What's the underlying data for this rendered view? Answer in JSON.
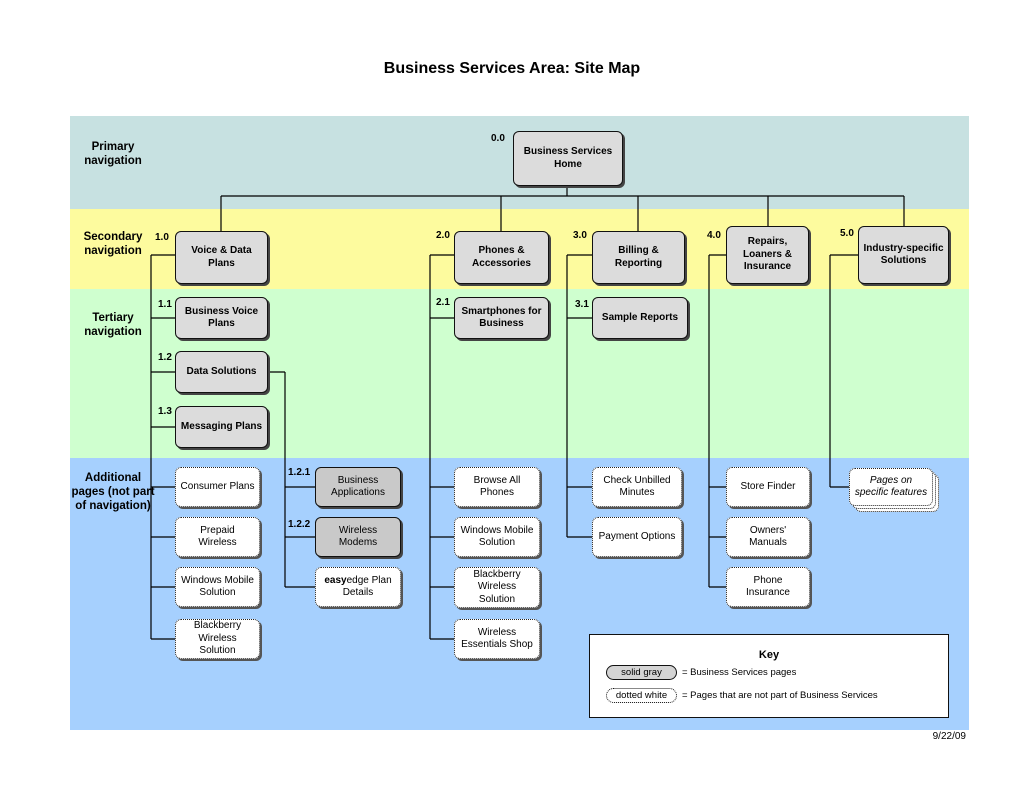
{
  "title": "Business Services Area: Site Map",
  "bands": {
    "primary": "Primary navigation",
    "secondary": "Secondary navigation",
    "tertiary": "Tertiary navigation",
    "additional": "Additional pages (not part of navigation)"
  },
  "nodes": {
    "home": {
      "num": "0.0",
      "label": "Business Services Home"
    },
    "voice_data": {
      "num": "1.0",
      "label": "Voice & Data Plans"
    },
    "phones": {
      "num": "2.0",
      "label": "Phones & Accessories"
    },
    "billing": {
      "num": "3.0",
      "label": "Billing & Reporting"
    },
    "repairs": {
      "num": "4.0",
      "label": "Repairs, Loaners & Insurance"
    },
    "industry": {
      "num": "5.0",
      "label": "Industry-specific Solutions"
    },
    "business_voice": {
      "num": "1.1",
      "label": "Business Voice Plans"
    },
    "data_solutions": {
      "num": "1.2",
      "label": "Data Solutions"
    },
    "messaging": {
      "num": "1.3",
      "label": "Messaging Plans"
    },
    "smartphones": {
      "num": "2.1",
      "label": "Smartphones for Business"
    },
    "sample_reports": {
      "num": "3.1",
      "label": "Sample Reports"
    },
    "business_apps": {
      "num": "1.2.1",
      "label": "Business Applications"
    },
    "wireless_modems": {
      "num": "1.2.2",
      "label": "Wireless Modems"
    },
    "easyedge": {
      "label_bold": "easy",
      "label_rest": "edge Plan Details"
    },
    "consumer_plans": {
      "label": "Consumer Plans"
    },
    "prepaid": {
      "label": "Prepaid Wireless"
    },
    "windows_mobile_1": {
      "label": "Windows Mobile Solution"
    },
    "blackberry_1": {
      "label": "Blackberry Wireless Solution"
    },
    "browse_phones": {
      "label": "Browse All Phones"
    },
    "windows_mobile_2": {
      "label": "Windows Mobile Solution"
    },
    "blackberry_2": {
      "label": "Blackberry Wireless Solution"
    },
    "wireless_essentials": {
      "label": "Wireless Essentials Shop"
    },
    "check_unbilled": {
      "label": "Check Unbilled Minutes"
    },
    "payment_options": {
      "label": "Payment Options"
    },
    "store_finder": {
      "label": "Store Finder"
    },
    "owners_manuals": {
      "label": "Owners' Manuals"
    },
    "phone_insurance": {
      "label": "Phone Insurance"
    },
    "pages_specific": {
      "label": "Pages on specific features"
    }
  },
  "key": {
    "title": "Key",
    "solid_swatch": "solid gray",
    "solid_desc": "= Business Services pages",
    "dotted_swatch": "dotted white",
    "dotted_desc": "= Pages that are not part of Business Services"
  },
  "date": "9/22/09"
}
